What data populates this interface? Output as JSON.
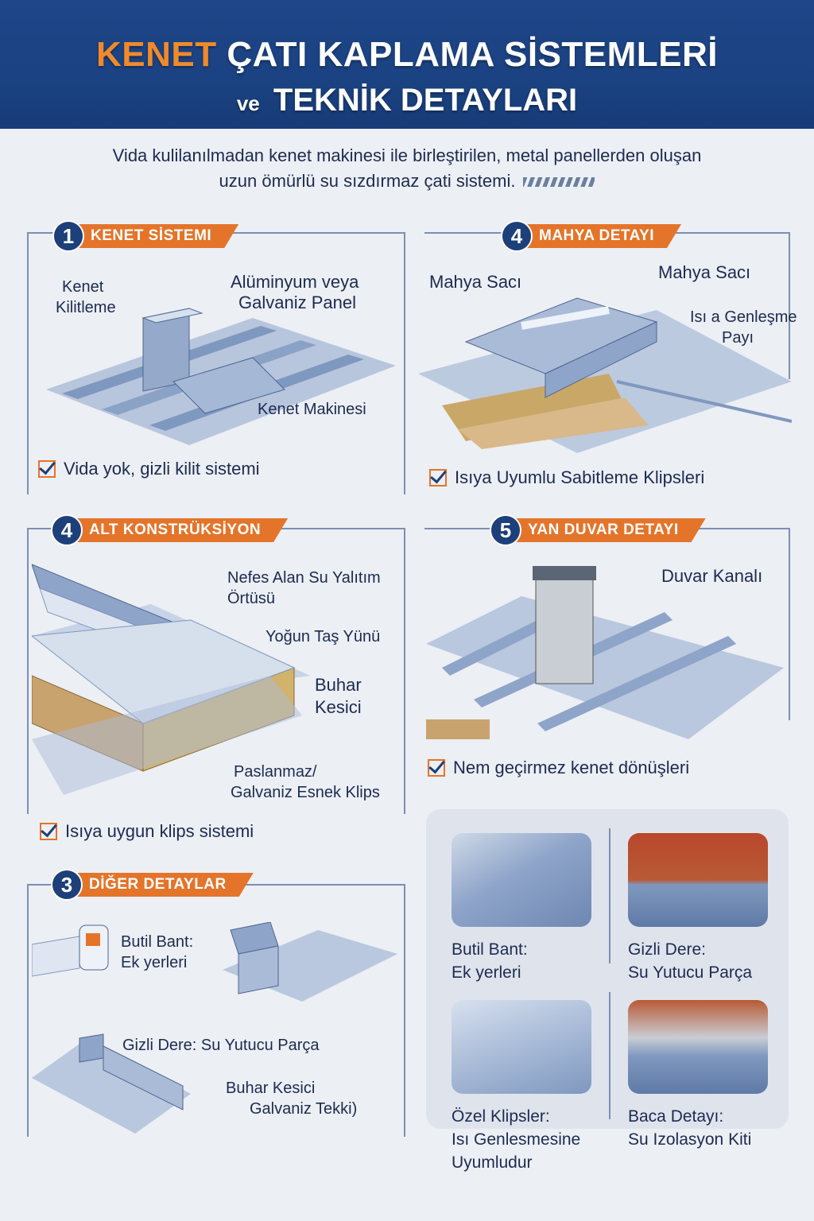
{
  "header": {
    "title_accent": "KENET",
    "title_rest": "ÇATI KAPLAMA SİSTEMLERİ",
    "subtitle_prefix": "ve",
    "subtitle_main": "TEKNİK DETAYLARI"
  },
  "intro": {
    "line1": "Vida kulilanılmadan kenet makinesi ile birleştirilen, metal panellerden oluşan",
    "line2": "uzun ömürlü su sızdırmaz çati sistemi."
  },
  "sections": {
    "kenet": {
      "number": "1",
      "title": "KENET SİSTEMI",
      "labels": {
        "locking_1": "Kenet",
        "locking_2": "Kilitleme",
        "panel_1": "Alüminyum veya",
        "panel_2": "Galvaniz Panel",
        "machine": "Kenet Makinesi"
      },
      "feature": "Vida yok, gizli kilit sistemi"
    },
    "mahya": {
      "number": "4",
      "title": "MAHYA DETAYI",
      "labels": {
        "sheet_left": "Mahya Sacı",
        "sheet_right": "Mahya Sacı",
        "expansion_1": "Isı a Genleşme",
        "expansion_2": "Payı"
      },
      "feature": "Isıya Uyumlu Sabitleme Klipsleri"
    },
    "alt": {
      "number": "4",
      "title": "ALT KONSTRÜKSİYON",
      "labels": {
        "membrane_1": "Nefes Alan Su Yalıtım",
        "membrane_2": "Örtüsü",
        "rockwool": "Yoğun Taş Yünü",
        "vapor_1": "Buhar",
        "vapor_2": "Kesici",
        "clip_1": "Paslanmaz/",
        "clip_2": "Galvaniz Esnek Klips"
      },
      "feature": "Isıya uygun klips sistemi"
    },
    "yan": {
      "number": "5",
      "title": "YAN DUVAR DETAYI",
      "labels": {
        "channel": "Duvar Kanalı"
      },
      "feature": "Nem geçirmez kenet dönüşleri"
    },
    "diger": {
      "number": "3",
      "title": "DİĞER DETAYLAR",
      "labels": {
        "butyl_1": "Butil Bant:",
        "butyl_2": "Ek yerleri",
        "gutter": "Gizli Dere:  Su Yutucu Parça",
        "vapor_1": "Buhar  Kesici",
        "vapor_2": "Galvaniz Tekki)"
      }
    }
  },
  "gallery": [
    {
      "line1": "Butil Bant:",
      "line2": "Ek yerleri",
      "line3": ""
    },
    {
      "line1": "Gizli Dere:",
      "line2": "Su Yutucu Parça",
      "line3": ""
    },
    {
      "line1": "Özel Klipsler:",
      "line2": "Isı Genlesmesine",
      "line3": "Uyumludur"
    },
    {
      "line1": "Baca Detayı:",
      "line2": "Su Izolasyon Kiti",
      "line3": ""
    }
  ],
  "colors": {
    "header_blue": "#1e4688",
    "accent_orange": "#e4742a",
    "text_navy": "#1c2b52"
  }
}
